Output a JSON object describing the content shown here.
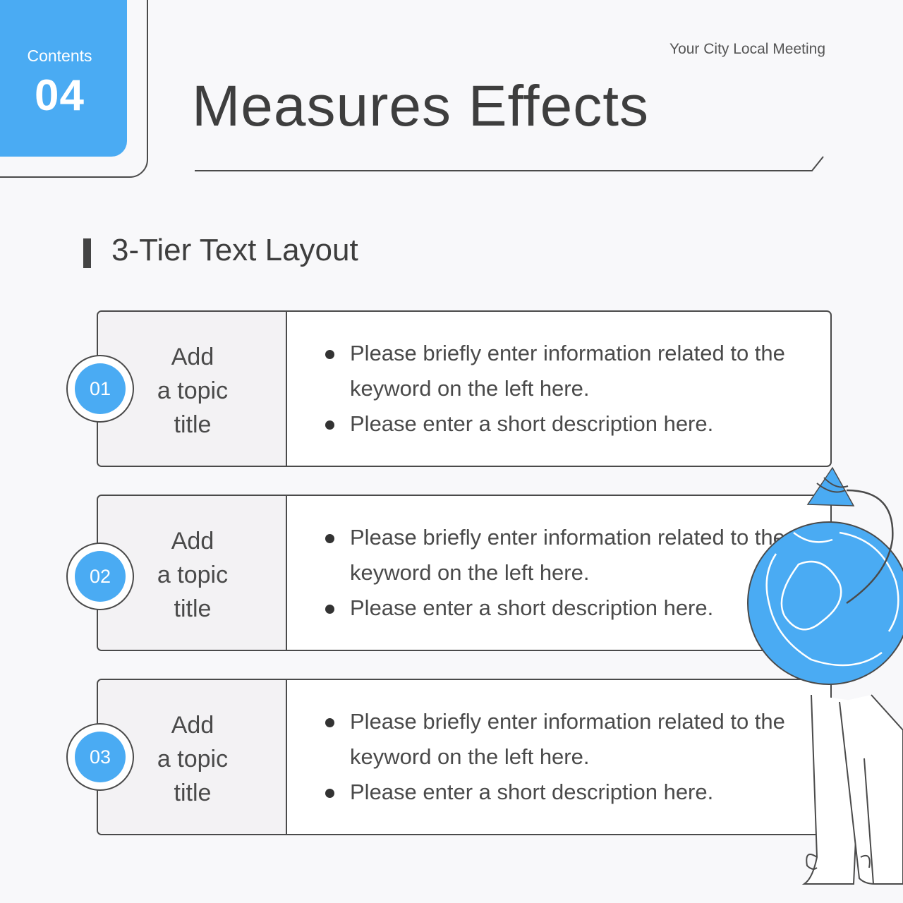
{
  "header": {
    "contents_label": "Contents",
    "section_number": "04",
    "meeting_name": "Your City Local Meeting",
    "title": "Measures Effects"
  },
  "subheading": "3-Tier Text Layout",
  "rows": [
    {
      "number": "01",
      "title_lines": [
        "Add",
        "a topic",
        "title"
      ],
      "bullets": [
        "Please briefly enter information related to the keyword on the left here.",
        "Please enter a short description here."
      ]
    },
    {
      "number": "02",
      "title_lines": [
        "Add",
        "a topic",
        "title"
      ],
      "bullets": [
        "Please briefly enter information related to the keyword on the left here.",
        "Please enter a short description here."
      ]
    },
    {
      "number": "03",
      "title_lines": [
        "Add",
        "a topic",
        "title"
      ],
      "bullets": [
        "Please briefly enter information related to the keyword on the left here.",
        "Please enter a short description here."
      ]
    }
  ],
  "colors": {
    "accent": "#4aabf3",
    "outline": "#4a4a4a",
    "panel": "#f3f2f4",
    "background": "#f8f8fa"
  },
  "illustration": {
    "icon": "globe-head-figure-icon"
  }
}
